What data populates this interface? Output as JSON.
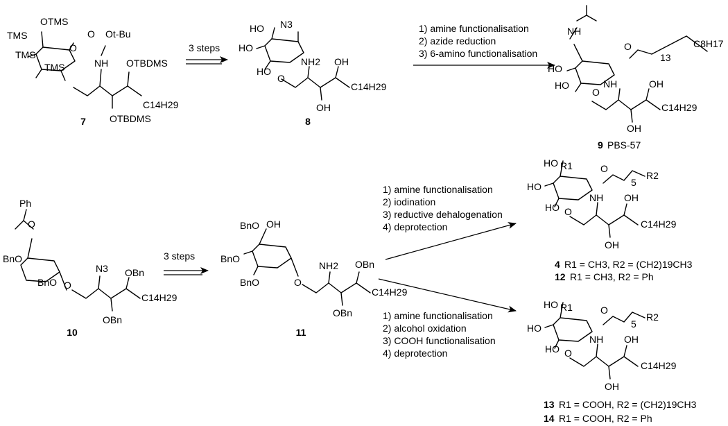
{
  "scheme": {
    "compounds": {
      "c7": {
        "number": "7"
      },
      "c8": {
        "number": "8"
      },
      "c9": {
        "number": "9",
        "name": "PBS-57"
      },
      "c10": {
        "number": "10"
      },
      "c11": {
        "number": "11"
      },
      "c4": {
        "number": "4",
        "desc": "R1 = CH3, R2 = (CH2)19CH3"
      },
      "c12": {
        "number": "12",
        "desc": "R1 = CH3, R2 = Ph"
      },
      "c13": {
        "number": "13",
        "desc": "R1 = COOH, R2 = (CH2)19CH3"
      },
      "c14": {
        "number": "14",
        "desc": "R1 = COOH, R2 = Ph"
      }
    },
    "arrows": {
      "a1": {
        "label": "3 steps"
      },
      "a2": {
        "steps": [
          "1) amine functionalisation",
          "2) azide reduction",
          "3) 6-amino functionalisation"
        ]
      },
      "a3": {
        "label": "3 steps"
      },
      "a4": {
        "steps": [
          "1) amine functionalisation",
          "2) iodination",
          "3) reductive dehalogenation",
          "4) deprotection"
        ]
      },
      "a5": {
        "steps": [
          "1) amine functionalisation",
          "2) alcohol oxidation",
          "3) COOH functionalisation",
          "4) deprotection"
        ]
      }
    },
    "labels": {
      "otms": "OTMS",
      "tms": "TMS",
      "otbu": "Ot-Bu",
      "otbdms": "OTBDMS",
      "c14h29": "C14H29",
      "c8h17": "C8H17",
      "n3": "N3",
      "nh2": "NH2",
      "nh": "NH",
      "oh": "OH",
      "ho": "HO",
      "o": "O",
      "obn": "OBn",
      "bno": "BnO",
      "ph": "Ph",
      "r1": "R1",
      "r2": "R2",
      "sub13": "13",
      "sub5": "5"
    }
  }
}
